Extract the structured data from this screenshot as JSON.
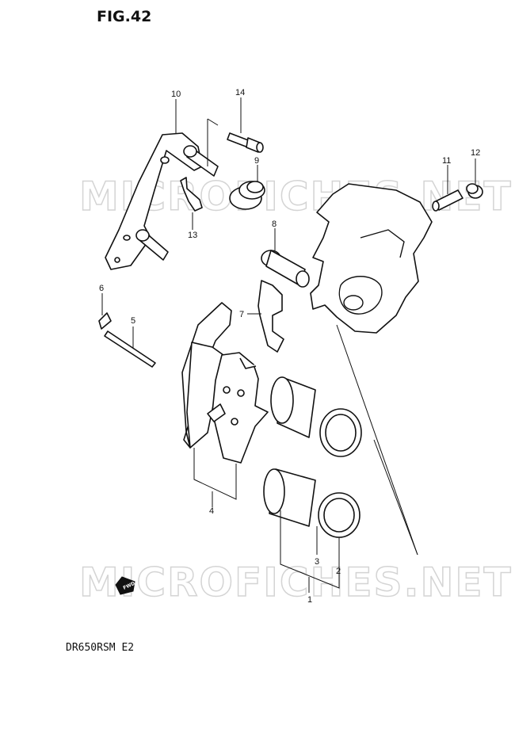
{
  "figure_title": "FIG.42",
  "model_code": "DR650RSM E2",
  "watermark": "MICROFICHES.NET",
  "fwd_badge": "FWD",
  "callouts": [
    "1",
    "2",
    "3",
    "4",
    "5",
    "6",
    "7",
    "8",
    "9",
    "10",
    "11",
    "12",
    "13",
    "14"
  ]
}
